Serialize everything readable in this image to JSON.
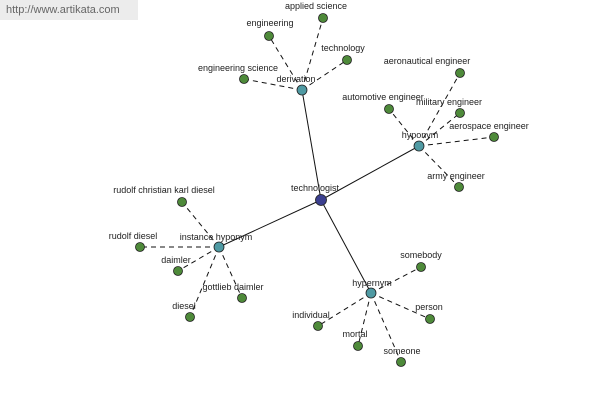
{
  "watermark": "http://www.artikata.com",
  "center": {
    "id": "technologist",
    "label": "technologist"
  },
  "groups": [
    {
      "id": "derivation",
      "label": "derivation",
      "children": [
        {
          "id": "applied-science",
          "label": "applied science"
        },
        {
          "id": "engineering",
          "label": "engineering"
        },
        {
          "id": "technology",
          "label": "technology"
        },
        {
          "id": "engineering-science",
          "label": "engineering science"
        }
      ]
    },
    {
      "id": "hyponym",
      "label": "hyponym",
      "children": [
        {
          "id": "aeronautical-engineer",
          "label": "aeronautical engineer"
        },
        {
          "id": "automotive-engineer",
          "label": "automotive engineer"
        },
        {
          "id": "military-engineer",
          "label": "military engineer"
        },
        {
          "id": "aerospace-engineer",
          "label": "aerospace engineer"
        },
        {
          "id": "army-engineer",
          "label": "army engineer"
        }
      ]
    },
    {
      "id": "instance-hyponym",
      "label": "instance hyponym",
      "children": [
        {
          "id": "rudolf-christian-karl-diesel",
          "label": "rudolf christian karl diesel"
        },
        {
          "id": "rudolf-diesel",
          "label": "rudolf diesel"
        },
        {
          "id": "daimler",
          "label": "daimler"
        },
        {
          "id": "gottlieb-daimler",
          "label": "gottlieb daimler"
        },
        {
          "id": "diesel",
          "label": "diesel"
        }
      ]
    },
    {
      "id": "hypernym",
      "label": "hypernym",
      "children": [
        {
          "id": "somebody",
          "label": "somebody"
        },
        {
          "id": "individual",
          "label": "individual"
        },
        {
          "id": "person",
          "label": "person"
        },
        {
          "id": "mortal",
          "label": "mortal"
        },
        {
          "id": "someone",
          "label": "someone"
        }
      ]
    }
  ],
  "colors": {
    "center_node": "#3b3f8f",
    "relation_node": "#4f9aa3",
    "leaf_node": "#4e8a3a",
    "edge": "#111111"
  }
}
